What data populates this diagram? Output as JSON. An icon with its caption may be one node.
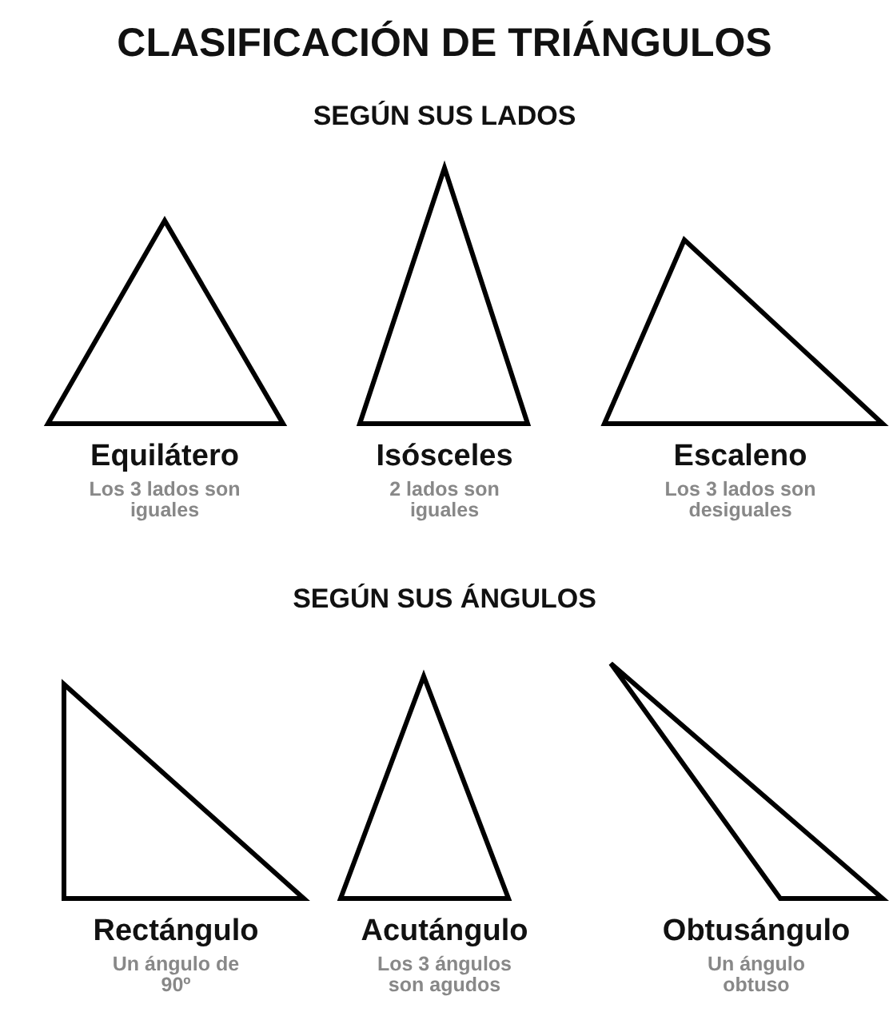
{
  "diagram": {
    "title": "CLASIFICACIÓN DE TRIÁNGULOS",
    "labels": [
      "SEGÚN SUS LADOS",
      "Equilátero",
      "Los 3 lados son iguales",
      "Isósceles",
      "2 lados son iguales",
      "Escaleno",
      "Los 3 lados son desiguales",
      "SEGÚN SUS ÁNGULOS",
      "Rectángulo",
      "Un ángulo de 90º",
      "Acutángulo",
      "Los 3 ángulos son agudos",
      "Obtusángulo",
      "Un ángulo obtuso"
    ]
  }
}
